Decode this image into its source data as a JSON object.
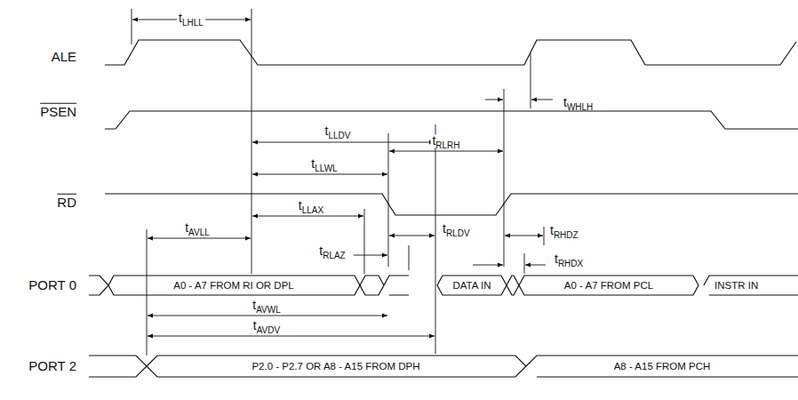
{
  "diagram": {
    "labels": [
      "ALE",
      "PSEN",
      "RD",
      "PORT 0",
      "PORT 2",
      "tLHLL",
      "tLLDV",
      "tRLRH",
      "tLLWL",
      "tLLAX",
      "tRLDV",
      "tRLAZ",
      "tAVLL",
      "tRHDZ",
      "tRHDX",
      "tWHLH",
      "tAVWL",
      "tAVDV",
      "A0 - A7 FROM RI OR DPL",
      "DATA IN",
      "A0 - A7 FROM PCL",
      "INSTR IN",
      "P2.0 - P2.7 OR A8 - A15 FROM DPH",
      "A8 - A15 FROM PCH"
    ]
  }
}
